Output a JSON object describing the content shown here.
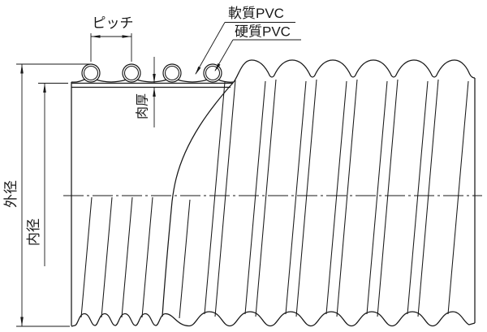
{
  "diagram": {
    "labels": {
      "pitch": "ピッチ",
      "soft_pvc": "軟質PVC",
      "hard_pvc": "硬質PVC",
      "wall_thickness": "肉厚",
      "outer_diameter": "外径",
      "inner_diameter": "内径"
    },
    "colors": {
      "line": "#181818",
      "background": "#ffffff"
    }
  }
}
